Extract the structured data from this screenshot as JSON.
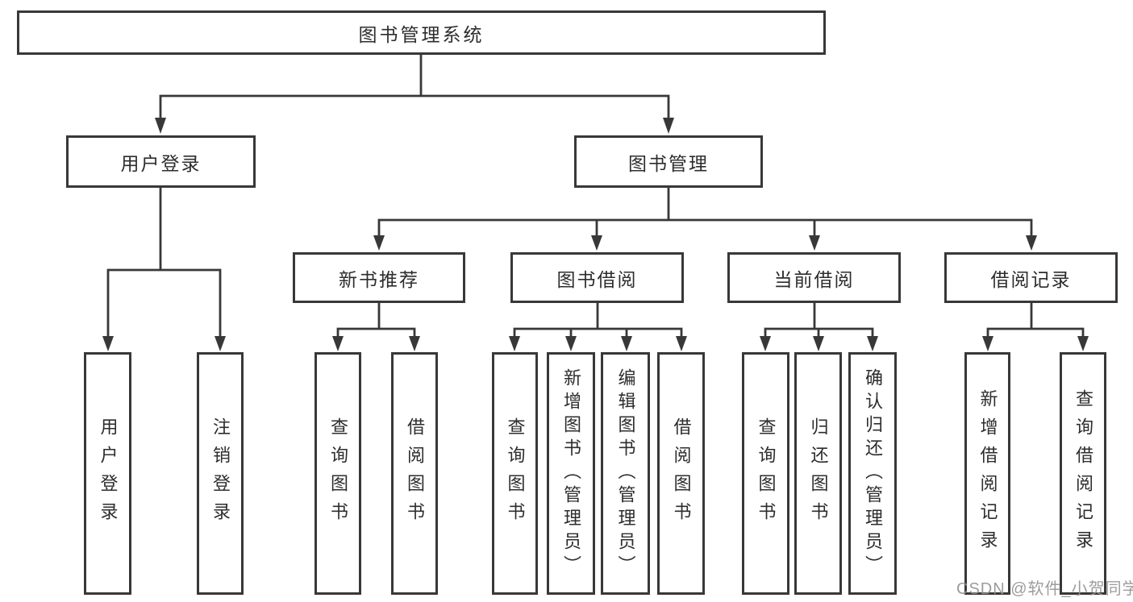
{
  "tree": {
    "label": "图书管理系统",
    "children": [
      {
        "label": "用户登录",
        "children": [
          {
            "label": "用户登录"
          },
          {
            "label": "注销登录"
          }
        ]
      },
      {
        "label": "图书管理",
        "children": [
          {
            "label": "新书推荐",
            "children": [
              {
                "label": "查询图书"
              },
              {
                "label": "借阅图书"
              }
            ]
          },
          {
            "label": "图书借阅",
            "children": [
              {
                "label": "查询图书"
              },
              {
                "label": "新增图书（管理员）"
              },
              {
                "label": "编辑图书（管理员）"
              },
              {
                "label": "借阅图书"
              }
            ]
          },
          {
            "label": "当前借阅",
            "children": [
              {
                "label": "查询图书"
              },
              {
                "label": "归还图书"
              },
              {
                "label": "确认归还（管理员）"
              }
            ]
          },
          {
            "label": "借阅记录",
            "children": [
              {
                "label": "新增借阅记录"
              },
              {
                "label": "查询借阅记录"
              }
            ]
          }
        ]
      }
    ]
  },
  "watermark": {
    "text": "CSDN @软件_小贺同学"
  },
  "colors": {
    "line": "#383838",
    "text": "#2d2d2d",
    "background": "#ffffff",
    "watermark": "#949494"
  }
}
